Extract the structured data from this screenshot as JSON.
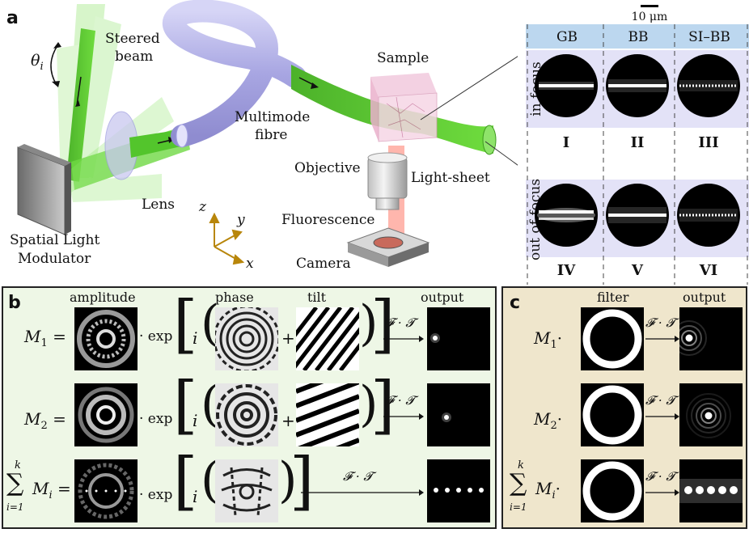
{
  "panel_a": {
    "letter": "a",
    "labels": {
      "theta": "θ",
      "theta_sub": "i",
      "steered_beam_l1": "Steered",
      "steered_beam_l2": "beam",
      "multimode_l1": "Multimode",
      "multimode_l2": "fibre",
      "sample": "Sample",
      "objective": "Objective",
      "light_sheet": "Light-sheet",
      "fluorescence": "Fluorescence",
      "camera": "Camera",
      "lens": "Lens",
      "slm_l1": "Spatial Light",
      "slm_l2": "Modulator",
      "axis_z": "z",
      "axis_y": "y",
      "axis_x": "x"
    },
    "scalebar": "10 μm",
    "columns": [
      "GB",
      "BB",
      "SI–BB"
    ],
    "rows": [
      "in focus",
      "out of focus"
    ],
    "roman_top": [
      "I",
      "II",
      "III"
    ],
    "roman_bottom": [
      "IV",
      "V",
      "VI"
    ]
  },
  "panel_b": {
    "letter": "b",
    "headers": {
      "amplitude": "amplitude",
      "phase": "phase",
      "tilt": "tilt",
      "output": "output"
    },
    "rows": [
      {
        "lhs": "M",
        "sub": "1",
        "eq": "="
      },
      {
        "lhs": "M",
        "sub": "2",
        "eq": "="
      },
      {
        "sum_top": "k",
        "sum_bot": "i=1",
        "lhs": "M",
        "sub": "i",
        "eq": "="
      }
    ],
    "exp": "· exp",
    "i": "i",
    "plus": "+",
    "ft": "𝓕 · 𝓣"
  },
  "panel_c": {
    "letter": "c",
    "headers": {
      "filter": "filter",
      "output": "output"
    },
    "rows": [
      {
        "lhs": "M",
        "sub": "1",
        "dot": "·"
      },
      {
        "lhs": "M",
        "sub": "2",
        "dot": "·"
      },
      {
        "sum_top": "k",
        "sum_bot": "i=1",
        "lhs": "M",
        "sub": "i",
        "dot": "·"
      }
    ],
    "ft": "𝓕 · 𝓣"
  },
  "colors": {
    "beam_green": "#5fd03a",
    "fibre_lavender": "#b9b7ec",
    "panel_b_bg": "#eef7e6",
    "panel_c_bg": "#efe6cc",
    "header_blue": "#bcd7ef",
    "row_lavender": "#e3e2f7"
  }
}
